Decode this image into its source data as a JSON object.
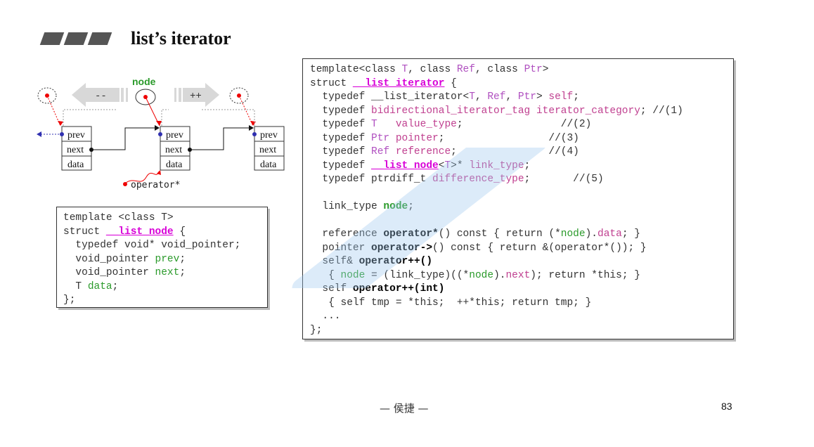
{
  "slide": {
    "title": "list’s iterator",
    "footer": "— 侯捷 —",
    "page_number": "83"
  },
  "diagram": {
    "node_label": "node",
    "minus_label": "--",
    "plus_label": "++",
    "operator_label": "operator*",
    "cells": [
      "prev",
      "next",
      "data"
    ]
  },
  "list_node_code": [
    [
      {
        "t": "template <class T>"
      }
    ],
    [
      {
        "t": "struct "
      },
      {
        "t": "__list_node",
        "c": "kw-mag"
      },
      {
        "t": " {"
      }
    ],
    [
      {
        "t": "  typedef void* void_pointer;"
      }
    ],
    [
      {
        "t": "  void_pointer "
      },
      {
        "t": "prev",
        "c": "kw-green"
      },
      {
        "t": ";"
      }
    ],
    [
      {
        "t": "  void_pointer "
      },
      {
        "t": "next",
        "c": "kw-green"
      },
      {
        "t": ";"
      }
    ],
    [
      {
        "t": "  T "
      },
      {
        "t": "data",
        "c": "kw-green"
      },
      {
        "t": ";"
      }
    ],
    [
      {
        "t": "};"
      }
    ]
  ],
  "iterator_code": [
    [
      {
        "t": "template<class "
      },
      {
        "t": "T",
        "c": "kw-purple"
      },
      {
        "t": ", class "
      },
      {
        "t": "Ref",
        "c": "kw-purple"
      },
      {
        "t": ", class "
      },
      {
        "t": "Ptr",
        "c": "kw-purple"
      },
      {
        "t": ">"
      }
    ],
    [
      {
        "t": "struct "
      },
      {
        "t": "__list_iterator",
        "c": "kw-mag"
      },
      {
        "t": " {"
      }
    ],
    [
      {
        "t": "  typedef __list_iterator<"
      },
      {
        "t": "T",
        "c": "kw-purple"
      },
      {
        "t": ", "
      },
      {
        "t": "Ref",
        "c": "kw-purple"
      },
      {
        "t": ", "
      },
      {
        "t": "Ptr",
        "c": "kw-purple"
      },
      {
        "t": "> "
      },
      {
        "t": "self",
        "c": "kw-pink"
      },
      {
        "t": ";"
      }
    ],
    [
      {
        "t": "  typedef "
      },
      {
        "t": "bidirectional_iterator_tag",
        "c": "kw-pink"
      },
      {
        "t": " "
      },
      {
        "t": "iterator_category",
        "c": "kw-pink"
      },
      {
        "t": "; //(1)"
      }
    ],
    [
      {
        "t": "  typedef "
      },
      {
        "t": "T",
        "c": "kw-purple"
      },
      {
        "t": "   "
      },
      {
        "t": "value_type",
        "c": "kw-pink"
      },
      {
        "t": ";                //(2)"
      }
    ],
    [
      {
        "t": "  typedef "
      },
      {
        "t": "Ptr",
        "c": "kw-purple"
      },
      {
        "t": " "
      },
      {
        "t": "pointer",
        "c": "kw-pink"
      },
      {
        "t": ";                 //(3)"
      }
    ],
    [
      {
        "t": "  typedef "
      },
      {
        "t": "Ref",
        "c": "kw-purple"
      },
      {
        "t": " "
      },
      {
        "t": "reference",
        "c": "kw-pink"
      },
      {
        "t": ";               //(4)"
      }
    ],
    [
      {
        "t": "  typedef "
      },
      {
        "t": "__list_node",
        "c": "kw-mag"
      },
      {
        "t": "<"
      },
      {
        "t": "T",
        "c": "kw-purple"
      },
      {
        "t": ">* "
      },
      {
        "t": "link_type",
        "c": "kw-pink"
      },
      {
        "t": ";"
      }
    ],
    [
      {
        "t": "  typedef ptrdiff_t "
      },
      {
        "t": "difference_type",
        "c": "kw-pink"
      },
      {
        "t": ";       //(5)"
      }
    ],
    [
      {
        "t": ""
      }
    ],
    [
      {
        "t": "  link_type "
      },
      {
        "t": "node",
        "c": "kw-green bold-green"
      },
      {
        "t": ";"
      }
    ],
    [
      {
        "t": ""
      }
    ],
    [
      {
        "t": "  reference "
      },
      {
        "t": "operator*",
        "c": "bold"
      },
      {
        "t": "() const { return (*"
      },
      {
        "t": "node",
        "c": "kw-green"
      },
      {
        "t": ")."
      },
      {
        "t": "data",
        "c": "kw-pink"
      },
      {
        "t": "; }"
      }
    ],
    [
      {
        "t": "  pointer "
      },
      {
        "t": "operator->",
        "c": "bold"
      },
      {
        "t": "() const { return &(operator*()); }"
      }
    ],
    [
      {
        "t": "  self& "
      },
      {
        "t": "operator++()",
        "c": "bold"
      }
    ],
    [
      {
        "t": "   { "
      },
      {
        "t": "node",
        "c": "kw-green"
      },
      {
        "t": " = (link_type)((*"
      },
      {
        "t": "node",
        "c": "kw-green"
      },
      {
        "t": ")."
      },
      {
        "t": "next",
        "c": "kw-pink"
      },
      {
        "t": "); return *this; }"
      }
    ],
    [
      {
        "t": "  self "
      },
      {
        "t": "operator++(int)",
        "c": "bold"
      }
    ],
    [
      {
        "t": "   { self tmp = *this;  ++*this; return tmp; }"
      }
    ],
    [
      {
        "t": "  ..."
      }
    ],
    [
      {
        "t": "};"
      }
    ]
  ],
  "colors": {
    "keyword_magenta": "#d800d8",
    "member_green": "#2a9a2a",
    "type_pink": "#c04090",
    "param_purple": "#b050c0"
  }
}
